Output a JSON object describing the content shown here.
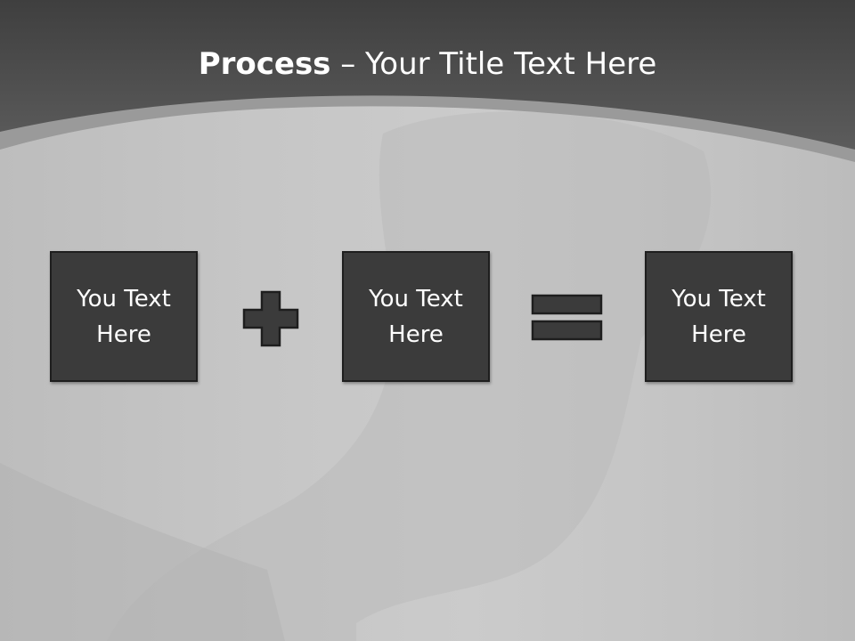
{
  "slide": {
    "title_bold": "Process",
    "title_rest": " – Your Title Text Here",
    "boxes": [
      {
        "label": "You Text Here"
      },
      {
        "label": "You Text Here"
      },
      {
        "label": "You Text Here"
      }
    ],
    "operators": [
      "plus-icon",
      "equals-icon"
    ]
  },
  "colors": {
    "header": "#4a4a4a",
    "box_fill": "#3b3b3b",
    "box_border": "#1e1e1e",
    "background": "#c4c4c4",
    "text": "#ffffff"
  }
}
